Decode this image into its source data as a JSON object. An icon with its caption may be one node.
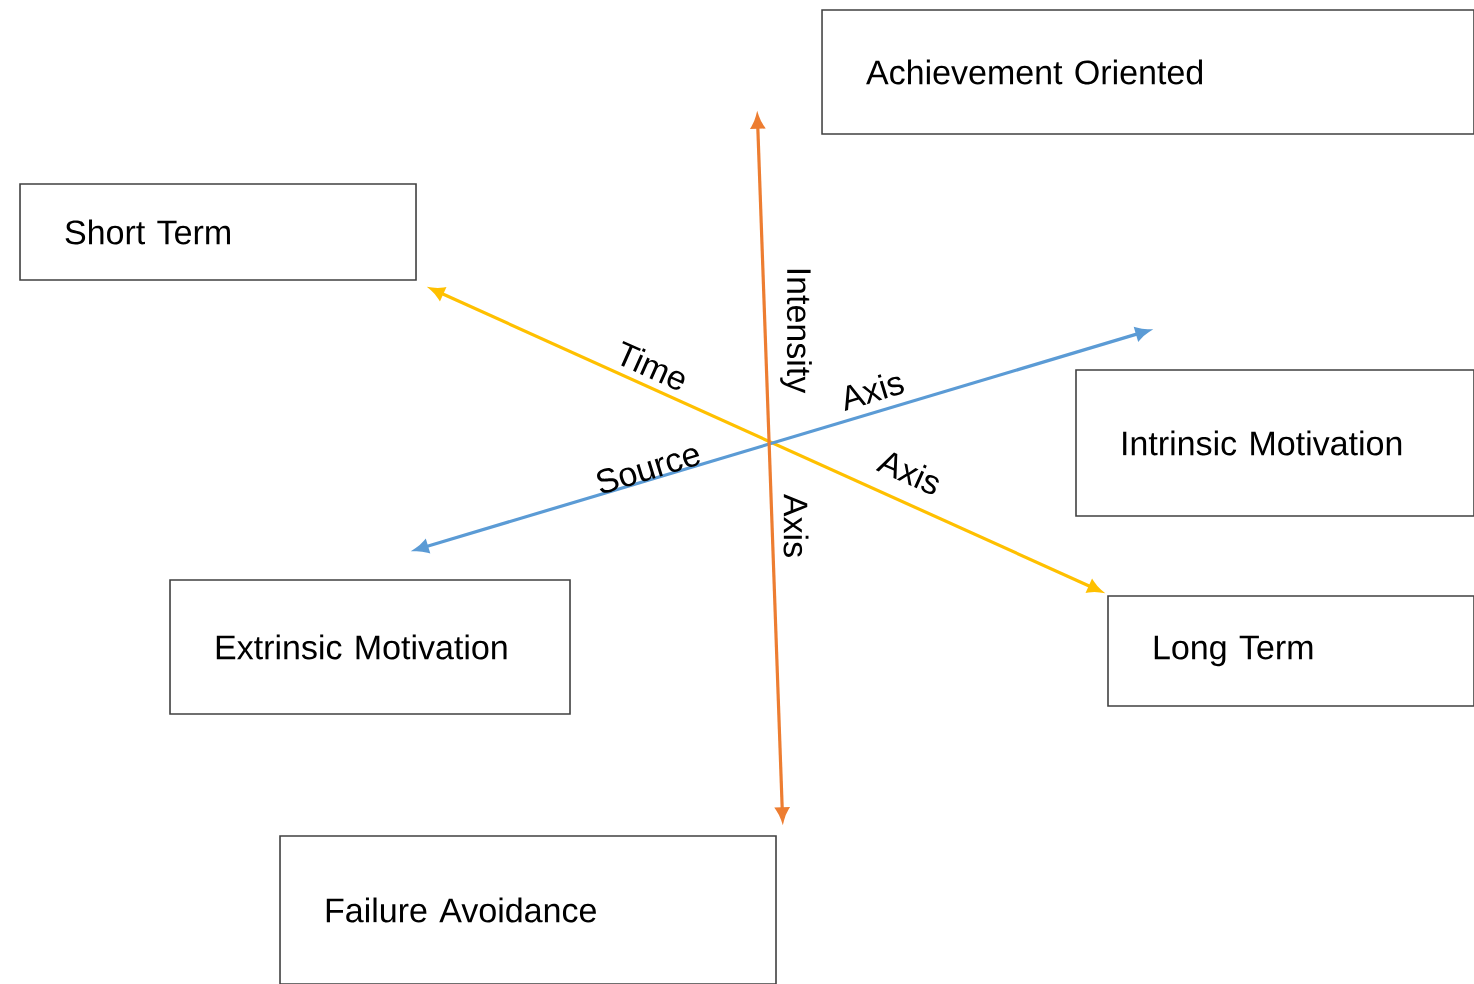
{
  "diagram": {
    "nodes": [
      {
        "text": [
          "Achievement Oriented"
        ]
      },
      {
        "text": [
          "Short Term"
        ]
      },
      {
        "text": [
          "Intrinsic Motivation"
        ]
      },
      {
        "text": [
          "Extrinsic Motivation"
        ]
      },
      {
        "text": [
          "Long Term"
        ]
      },
      {
        "text": [
          "Failure Avoidance"
        ]
      }
    ],
    "edges": [
      {
        "from": 1,
        "to": 4,
        "arrow": "both",
        "color": "#ffc000"
      },
      {
        "from": 3,
        "to": 2,
        "arrow": "both",
        "color": "#5b9bd5"
      },
      {
        "from": 0,
        "to": 5,
        "arrow": "both",
        "color": "#ed7d31"
      }
    ],
    "labels": [
      "Intensity",
      "Time",
      "Axis",
      "Source",
      "Axis",
      "Axis"
    ]
  }
}
